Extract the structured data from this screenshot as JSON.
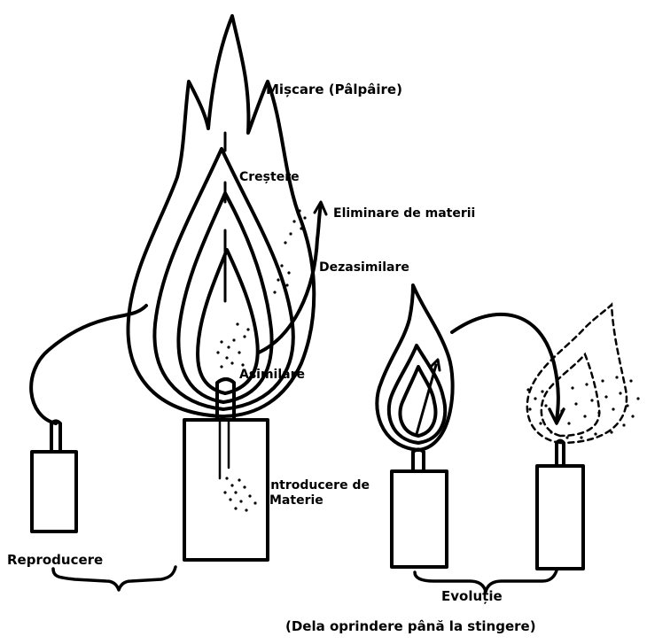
{
  "labels": {
    "miscare": "Mișcare (Pâlpâire)",
    "crestere": "Creștere",
    "eliminare": "Eliminare de materii",
    "dezasimilare": "Dezasimilare",
    "asimilare": "Asimilare",
    "introducere_line1": "Introducere de",
    "introducere_line2": "Materie",
    "reproducere": "Reproducere",
    "evolutie": "Evoluție",
    "evolutie_caption": "(Dela oprindere până la stingere)"
  },
  "colors": {
    "ink": "#000000",
    "paper": "#ffffff"
  }
}
